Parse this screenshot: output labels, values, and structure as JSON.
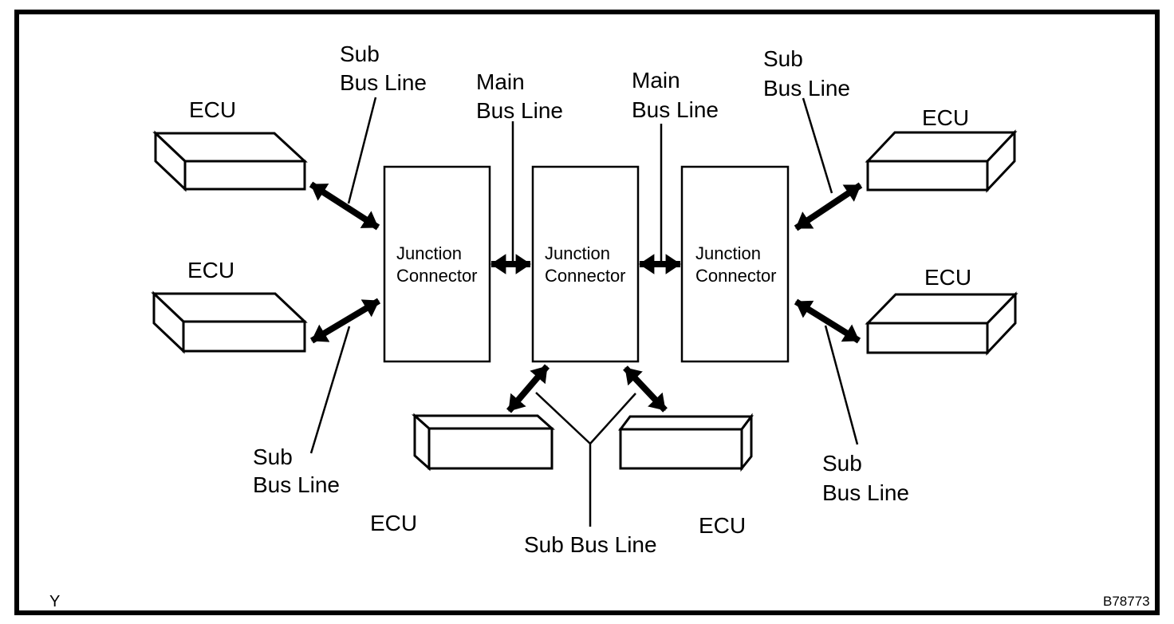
{
  "diagram": {
    "background": "#ffffff",
    "line_color": "#000000",
    "junction_connectors": [
      {
        "line1": "Junction",
        "line2": "Connector"
      },
      {
        "line1": "Junction",
        "line2": "Connector"
      },
      {
        "line1": "Junction",
        "line2": "Connector"
      }
    ],
    "ecu_labels": {
      "top_left": "ECU",
      "mid_left": "ECU",
      "top_right": "ECU",
      "mid_right": "ECU",
      "bottom_left": "ECU",
      "bottom_right": "ECU"
    },
    "bus_labels": {
      "sub_top_left": {
        "line1": "Sub",
        "line2": "Bus Line"
      },
      "main_left": {
        "line1": "Main",
        "line2": "Bus Line"
      },
      "main_right": {
        "line1": "Main",
        "line2": "Bus Line"
      },
      "sub_top_right": {
        "line1": "Sub",
        "line2": "Bus Line"
      },
      "sub_bottom_left": {
        "line1": "Sub",
        "line2": "Bus Line"
      },
      "sub_bottom_right": {
        "line1": "Sub",
        "line2": "Bus Line"
      },
      "sub_bottom_center": "Sub Bus Line"
    },
    "footer": {
      "left_mark": "Y",
      "figure_code": "B78773"
    }
  }
}
